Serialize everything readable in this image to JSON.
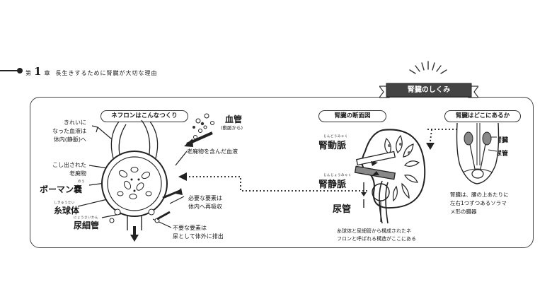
{
  "chapter": {
    "prefix": "第",
    "number": "1",
    "suffix": "章",
    "title": "長生きするために腎臓が大切な理由"
  },
  "banner": {
    "title": "腎臓のしくみ"
  },
  "nephron": {
    "heading": "ネフロンはこんなつくり",
    "left_top": [
      "きれいに",
      "なった血液は",
      "体内(静脈)へ"
    ],
    "left_mid": [
      "こし出された",
      "老廃物"
    ],
    "bowman": "ボーマン嚢",
    "bowman_ruby": "のう",
    "glomerulus": "糸球体",
    "glomerulus_ruby": "しきゅうたい",
    "tubule": "尿細管",
    "tubule_ruby": "にょうさいかん",
    "vessel": "血管",
    "vessel_sub": "(動脈から)",
    "waste_blood": "老廃物を含んだ血液",
    "reabsorb": [
      "必要な要素は",
      "体内へ再吸収"
    ],
    "excrete": [
      "不要な要素は",
      "尿として体外に排出"
    ]
  },
  "section": {
    "heading": "腎臓の断面図",
    "artery": "腎動脈",
    "artery_ruby": "じんどうみゃく",
    "vein": "腎静脈",
    "vein_ruby": "じんじょうみゃく",
    "ureter": "尿管",
    "caption": [
      "糸球体と尿細管から構成されたネ",
      "フロンと呼ばれる構造がここにある"
    ]
  },
  "location": {
    "heading": "腎臓はどこにあるか",
    "kidney": "腎臓",
    "ureter": "尿管",
    "caption": [
      "腎臓は、腰の上あたりに",
      "左右1つずつあるソラマ",
      "メ形の臓器"
    ]
  }
}
